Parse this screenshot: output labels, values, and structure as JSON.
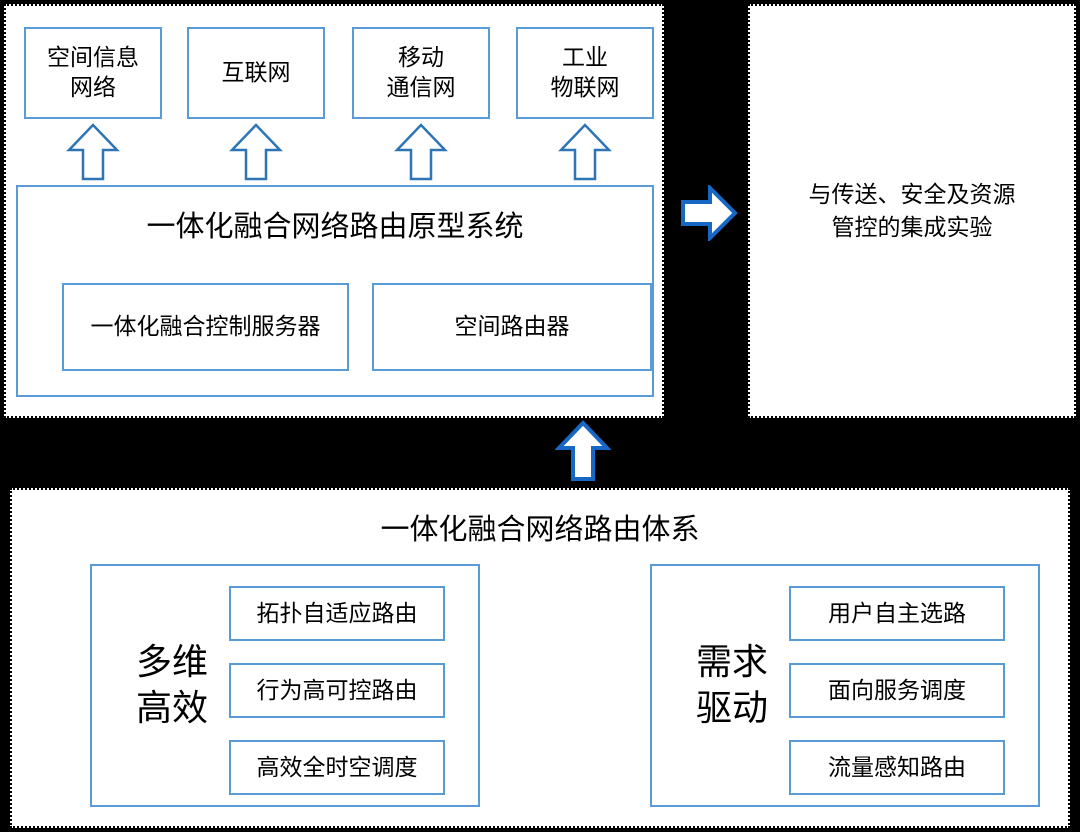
{
  "diagram": {
    "prototype_panel": {
      "networks": [
        {
          "label": "空间信息\n网络"
        },
        {
          "label": "互联网"
        },
        {
          "label": "移动\n通信网"
        },
        {
          "label": "工业\n物联网"
        }
      ],
      "system": {
        "title": "一体化融合网络路由原型系统",
        "components": [
          {
            "label": "一体化融合控制服务器"
          },
          {
            "label": "空间路由器"
          }
        ]
      }
    },
    "experiment_panel": {
      "label": "与传送、安全及资源\n管控的集成实验"
    },
    "architecture_panel": {
      "title": "一体化融合网络路由体系",
      "groups": [
        {
          "label": "多维\n高效",
          "items": [
            "拓扑自适应路由",
            "行为高可控路由",
            "高效全时空调度"
          ]
        },
        {
          "label": "需求\n驱动",
          "items": [
            "用户自主选路",
            "面向服务调度",
            "流量感知路由"
          ]
        }
      ]
    },
    "colors": {
      "background": "#000000",
      "panel_background": "#FFFFFF",
      "panel_border": "#000000",
      "box_border": "#5B9BD5",
      "small_arrow_outline": "#2E75B6",
      "flow_arrow_outline": "#1668C4",
      "arrow_fill": "#FFFFFF",
      "text": "#000000"
    }
  }
}
